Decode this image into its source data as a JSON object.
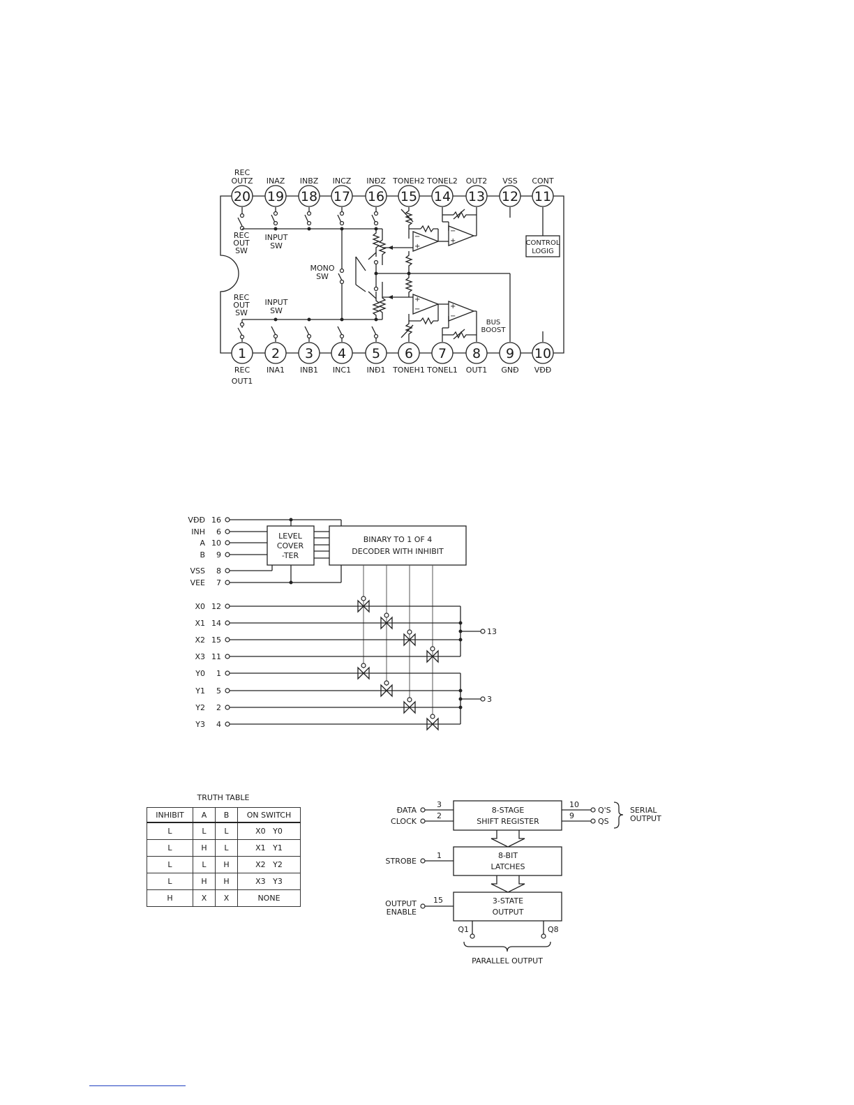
{
  "ic1": {
    "top_pins": [
      {
        "num": "20",
        "label": [
          "REC",
          "OUTZ"
        ]
      },
      {
        "num": "19",
        "label": [
          "INAZ"
        ]
      },
      {
        "num": "18",
        "label": [
          "INBZ"
        ]
      },
      {
        "num": "17",
        "label": [
          "INCZ"
        ]
      },
      {
        "num": "16",
        "label": [
          "INÐZ"
        ]
      },
      {
        "num": "15",
        "label": [
          "TONEH2"
        ]
      },
      {
        "num": "14",
        "label": [
          "TONEL2"
        ]
      },
      {
        "num": "13",
        "label": [
          "OUT2"
        ]
      },
      {
        "num": "12",
        "label": [
          "VSS"
        ]
      },
      {
        "num": "11",
        "label": [
          "CONT"
        ]
      }
    ],
    "bottom_pins": [
      {
        "num": "1",
        "label": [
          "REC",
          "OUT1"
        ]
      },
      {
        "num": "2",
        "label": [
          "INA1"
        ]
      },
      {
        "num": "3",
        "label": [
          "INB1"
        ]
      },
      {
        "num": "4",
        "label": [
          "INC1"
        ]
      },
      {
        "num": "5",
        "label": [
          "INÐ1"
        ]
      },
      {
        "num": "6",
        "label": [
          "TONEH1"
        ]
      },
      {
        "num": "7",
        "label": [
          "TONEL1"
        ]
      },
      {
        "num": "8",
        "label": [
          "OUT1"
        ]
      },
      {
        "num": "9",
        "label": [
          "GNÐ"
        ]
      },
      {
        "num": "10",
        "label": [
          "VÐÐ"
        ]
      }
    ],
    "labels": {
      "rec_out_sw_top": [
        "REC",
        "OUT",
        "SW"
      ],
      "input_sw_top": [
        "INPUT",
        "SW"
      ],
      "mono_sw": [
        "MONO",
        "SW"
      ],
      "rec_out_sw_bottom": [
        "REC",
        "OUT",
        "SW"
      ],
      "input_sw_bottom": [
        "INPUT",
        "SW"
      ],
      "control_logic": [
        "CONTROL",
        "LOGIG"
      ],
      "bus_boost": [
        "BUS",
        "BOOST"
      ]
    }
  },
  "mux": {
    "left_pins": [
      {
        "name": "VÐÐ",
        "num": "16"
      },
      {
        "name": "INH",
        "num": "6"
      },
      {
        "name": "A",
        "num": "10"
      },
      {
        "name": "B",
        "num": "9"
      },
      {
        "name": "VSS",
        "num": "8"
      },
      {
        "name": "VEE",
        "num": "7"
      }
    ],
    "level_converter": [
      "LEVEL",
      "COVER",
      "-TER"
    ],
    "decoder": [
      "BINARY TO 1 OF 4",
      "DECODER WITH INHIBIT"
    ],
    "x_channels": [
      {
        "name": "X0",
        "num": "12"
      },
      {
        "name": "X1",
        "num": "14"
      },
      {
        "name": "X2",
        "num": "15"
      },
      {
        "name": "X3",
        "num": "11"
      }
    ],
    "y_channels": [
      {
        "name": "Y0",
        "num": "1"
      },
      {
        "name": "Y1",
        "num": "5"
      },
      {
        "name": "Y2",
        "num": "2"
      },
      {
        "name": "Y3",
        "num": "4"
      }
    ],
    "x_common": "13",
    "y_common": "3"
  },
  "truth_table": {
    "title": "TRUTH TABLE",
    "headers": [
      "INHIBIT",
      "A",
      "B",
      "ON SWITCH"
    ],
    "rows": [
      [
        "L",
        "L",
        "L",
        "X0   Y0"
      ],
      [
        "L",
        "H",
        "L",
        "X1   Y1"
      ],
      [
        "L",
        "L",
        "H",
        "X2   Y2"
      ],
      [
        "L",
        "H",
        "H",
        "X3   Y3"
      ],
      [
        "H",
        "X",
        "X",
        "NONE"
      ]
    ]
  },
  "shift_register": {
    "inputs": [
      {
        "name": "ÐATA",
        "num": "3"
      },
      {
        "name": "CLOCK",
        "num": "2"
      }
    ],
    "stage1": [
      "8-STAGE",
      "SHIFT REGISTER"
    ],
    "stage2": [
      "8-BIT",
      "LATCHES"
    ],
    "stage3": [
      "3-STATE",
      "OUTPUT"
    ],
    "strobe": {
      "name": "STROBE",
      "num": "1"
    },
    "output_enable": {
      "name": [
        "OUTPUT",
        "ENABLE"
      ],
      "num": "15"
    },
    "serial_outputs": [
      {
        "name": "Q'S",
        "num": "10"
      },
      {
        "name": "QS",
        "num": "9"
      }
    ],
    "serial_label": [
      "SERIAL",
      "OUTPUT"
    ],
    "q_first": "Q1",
    "q_last": "Q8",
    "parallel_label": "PARALLEL OUTPUT"
  }
}
